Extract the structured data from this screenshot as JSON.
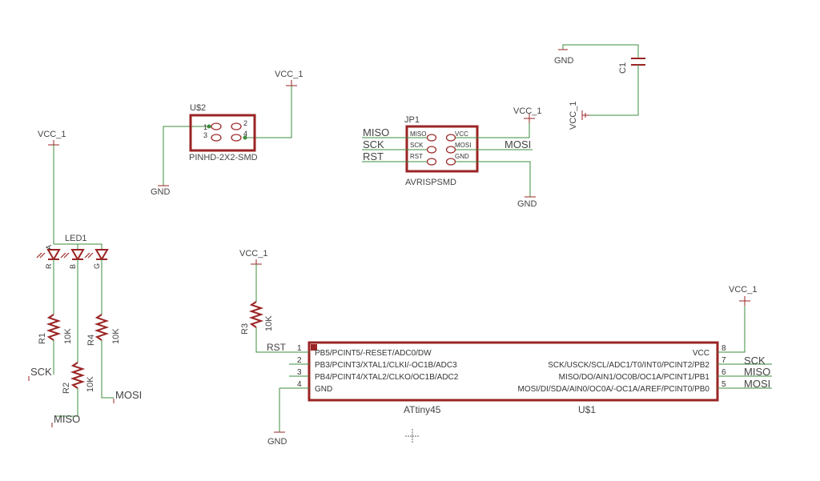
{
  "power": {
    "vcc": "VCC_1",
    "gnd": "GND"
  },
  "header_usb": {
    "name": "U$2",
    "package": "PINHD-2X2-SMD",
    "pins": [
      "1",
      "2",
      "3",
      "4"
    ]
  },
  "isp": {
    "name": "JP1",
    "package": "AVRISPSMD",
    "pins_left": [
      "MISO",
      "SCK",
      "RST"
    ],
    "pins_right": [
      "VCC",
      "MOSI",
      "GND"
    ],
    "net_left": [
      "MISO",
      "SCK",
      "RST"
    ],
    "net_right": "MOSI"
  },
  "capacitor": {
    "name": "C1"
  },
  "led": {
    "name": "LED1",
    "pins": [
      "R",
      "B",
      "G"
    ],
    "anode": "A"
  },
  "resistors": [
    {
      "name": "R1",
      "value": "10K"
    },
    {
      "name": "R2",
      "value": "10K"
    },
    {
      "name": "R3",
      "value": "10K"
    },
    {
      "name": "R4",
      "value": "10K"
    }
  ],
  "net_labels": {
    "sck": "SCK",
    "miso": "MISO",
    "mosi": "MOSI",
    "rst": "RST"
  },
  "mcu": {
    "name": "ATtiny45",
    "ref": "U$1",
    "left_pins": [
      {
        "num": "1",
        "label": "PB5/PCINT5/-RESET/ADC0/DW"
      },
      {
        "num": "2",
        "label": "PB3/PCINT3/XTAL1/CLKI/-OC1B/ADC3"
      },
      {
        "num": "3",
        "label": "PB4/PCINT4/XTAL2/CLKO/OC1B/ADC2"
      },
      {
        "num": "4",
        "label": "GND"
      }
    ],
    "right_pins": [
      {
        "num": "8",
        "label": "VCC"
      },
      {
        "num": "7",
        "label": "SCK/USCK/SCL/ADC1/T0/INT0/PCINT2/PB2"
      },
      {
        "num": "6",
        "label": "MISO/DO/AIN1/OC0B/OC1A/PCINT1/PB1"
      },
      {
        "num": "5",
        "label": "MOSI/DI/SDA/AIN0/OC0A/-OC1A/AREF/PCINT0/PB0"
      }
    ],
    "right_nets": [
      "SCK",
      "MISO",
      "MOSI"
    ]
  }
}
